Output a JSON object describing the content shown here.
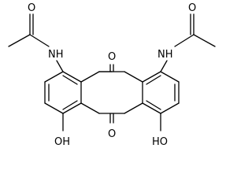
{
  "structure": {
    "atoms": {
      "carbonyl_top_left": "O",
      "carbonyl_top_right": "O",
      "amide_left": "NH",
      "amide_right": "NH",
      "quinone_top": "O",
      "quinone_bottom": "O",
      "hydroxyl_left": "OH",
      "hydroxyl_right": "HO"
    }
  },
  "colors": {
    "bond": "#000000",
    "background": "#ffffff"
  }
}
